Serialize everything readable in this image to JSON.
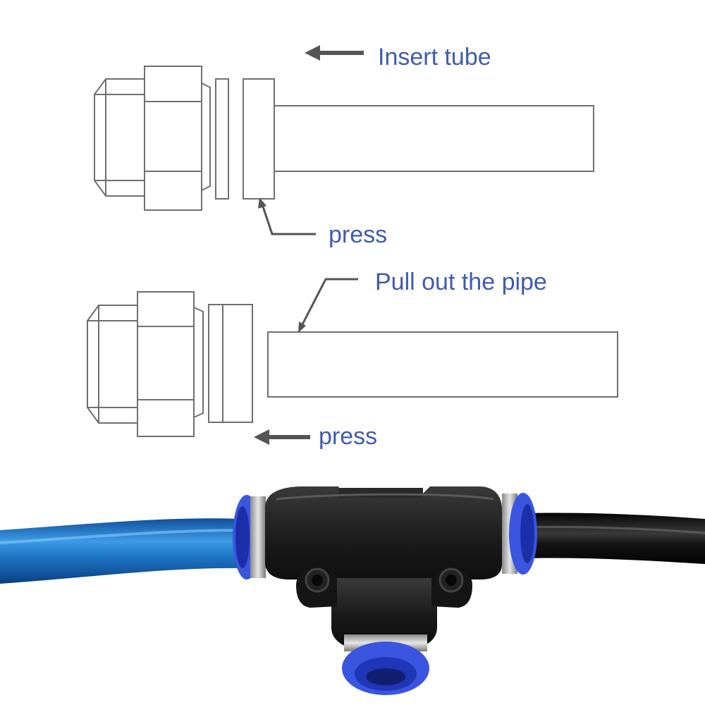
{
  "diagram": {
    "insert_label": "Insert tube",
    "press_label_1": "press",
    "pull_label": "Pull out the pipe",
    "press_label_2": "press"
  },
  "colors": {
    "label_text": "#3f5bb0",
    "line_art": "#6f6f6f",
    "arrow": "#555555",
    "tube_blue": "#1f78c8",
    "tube_black": "#141414",
    "fitting_body": "#1b1b1b",
    "collet_blue": "#3a55e0"
  },
  "icons": {
    "insert_arrow": "arrow-left-icon",
    "press_arrow": "arrow-left-icon"
  }
}
